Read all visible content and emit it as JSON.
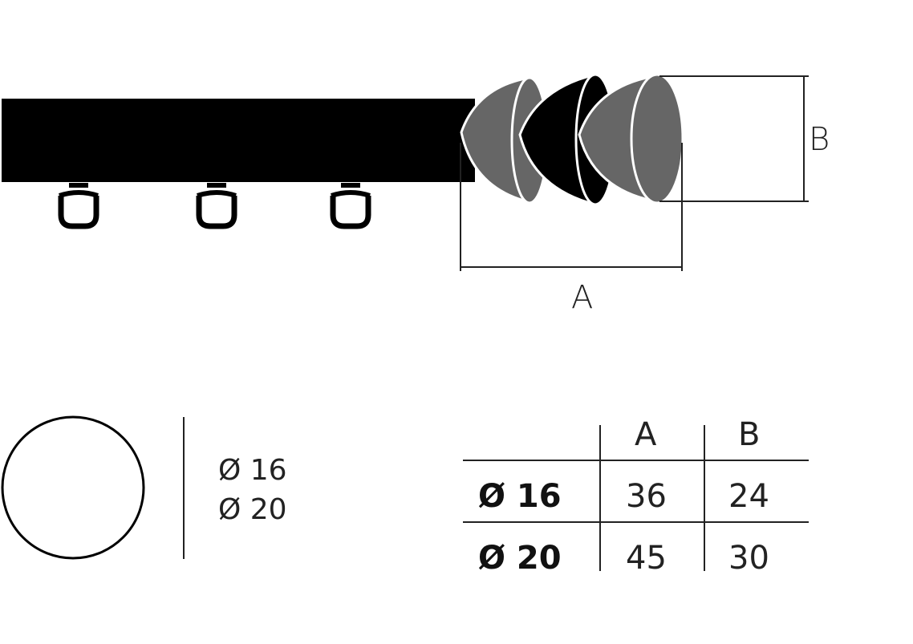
{
  "diagram": {
    "dimension_labels": {
      "a": "A",
      "b": "B"
    },
    "diameter_options": [
      "Ø 16",
      "Ø 20"
    ],
    "table": {
      "headers": [
        "A",
        "B"
      ],
      "rows": [
        {
          "label": "Ø 16",
          "a": "36",
          "b": "24"
        },
        {
          "label": "Ø 20",
          "a": "45",
          "b": "30"
        }
      ]
    },
    "colors": {
      "rod": "#000000",
      "finial_grey": "#666666",
      "finial_black": "#000000",
      "line": "#222222"
    }
  }
}
